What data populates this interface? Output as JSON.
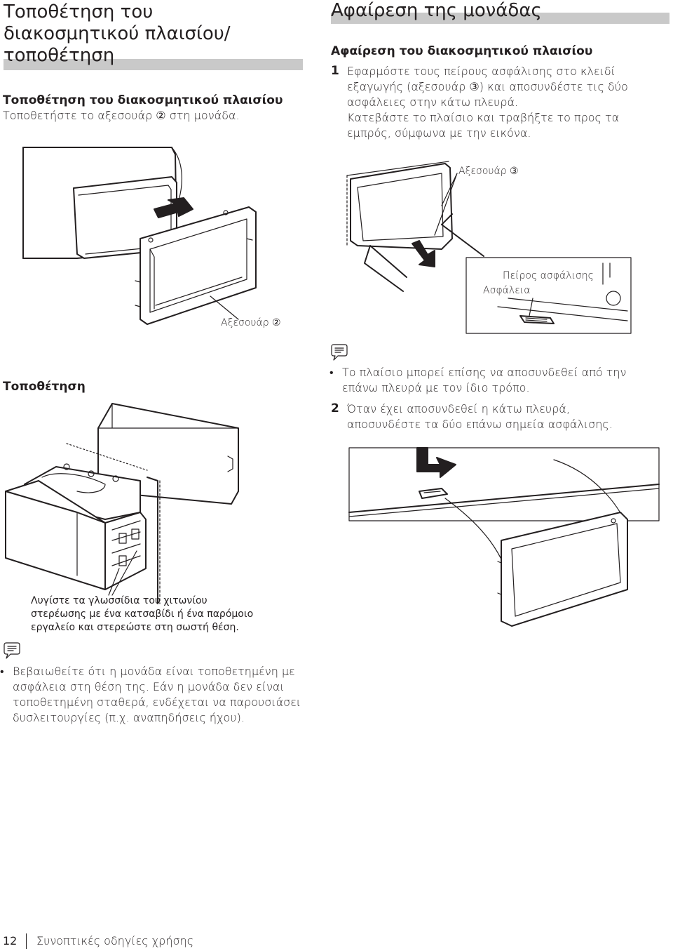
{
  "left_section": {
    "title_line1": "Τοποθέτηση του",
    "title_line2": "διακοσμητικού πλαισίου/",
    "title_line3": "τοποθέτηση",
    "sub_heading": "Τοποθέτηση του διακοσμητικού πλαισίου",
    "instruction": "Τοποθετήστε το αξεσουάρ ② στη μονάδα.",
    "accessory_label": "Αξεσουάρ ②",
    "install_heading": "Τοποθέτηση",
    "bend_caption_line1": "Λυγίστε τα γλωσσίδια του χιτωνίου",
    "bend_caption_line2": "στερέωσης με ένα κατσαβίδι ή ένα παρόμοιο",
    "bend_caption_line3": "εργαλείο και στερεώστε στη σωστή θέση.",
    "note_line1": "Βεβαιωθείτε ότι η μονάδα είναι τοποθετημένη με",
    "note_line2": "ασφάλεια στη θέση της. Εάν η μονάδα δεν είναι",
    "note_line3": "τοποθετημένη σταθερά, ενδέχεται να παρουσιάσει",
    "note_line4": "δυσλειτουργίες (π.χ. αναπηδήσεις ήχου)."
  },
  "right_section": {
    "title": "Αφαίρεση της μονάδας",
    "sub_heading": "Αφαίρεση του διακοσμητικού πλαισίου",
    "step1_num": "1",
    "step1_line1": "Εφαρμόστε τους πείρους ασφάλισης στο κλειδί",
    "step1_line2": "εξαγωγής (αξεσουάρ ③) και αποσυνδέστε τις δύο",
    "step1_line3": "ασφάλειες στην κάτω πλευρά.",
    "step1_line4": "Κατεβάστε το πλαίσιο και τραβήξτε το προς τα",
    "step1_line5": "εμπρός, σύμφωνα με την εικόνα.",
    "accessory3_label": "Αξεσουάρ ③",
    "lock_pin_label": "Πείρος ασφάλισης",
    "lock_label": "Ασφάλεια",
    "note_line1": "Το πλαίσιο μπορεί επίσης να αποσυνδεθεί από την",
    "note_line2": "επάνω πλευρά με τον ίδιο τρόπο.",
    "step2_num": "2",
    "step2_line1": "Όταν έχει αποσυνδεθεί η κάτω πλευρά,",
    "step2_line2": "αποσυνδέστε τα δύο επάνω σημεία ασφάλισης."
  },
  "footer": {
    "page_number": "12",
    "manual_title": "Συνοπτικές οδηγίες χρήσης"
  }
}
